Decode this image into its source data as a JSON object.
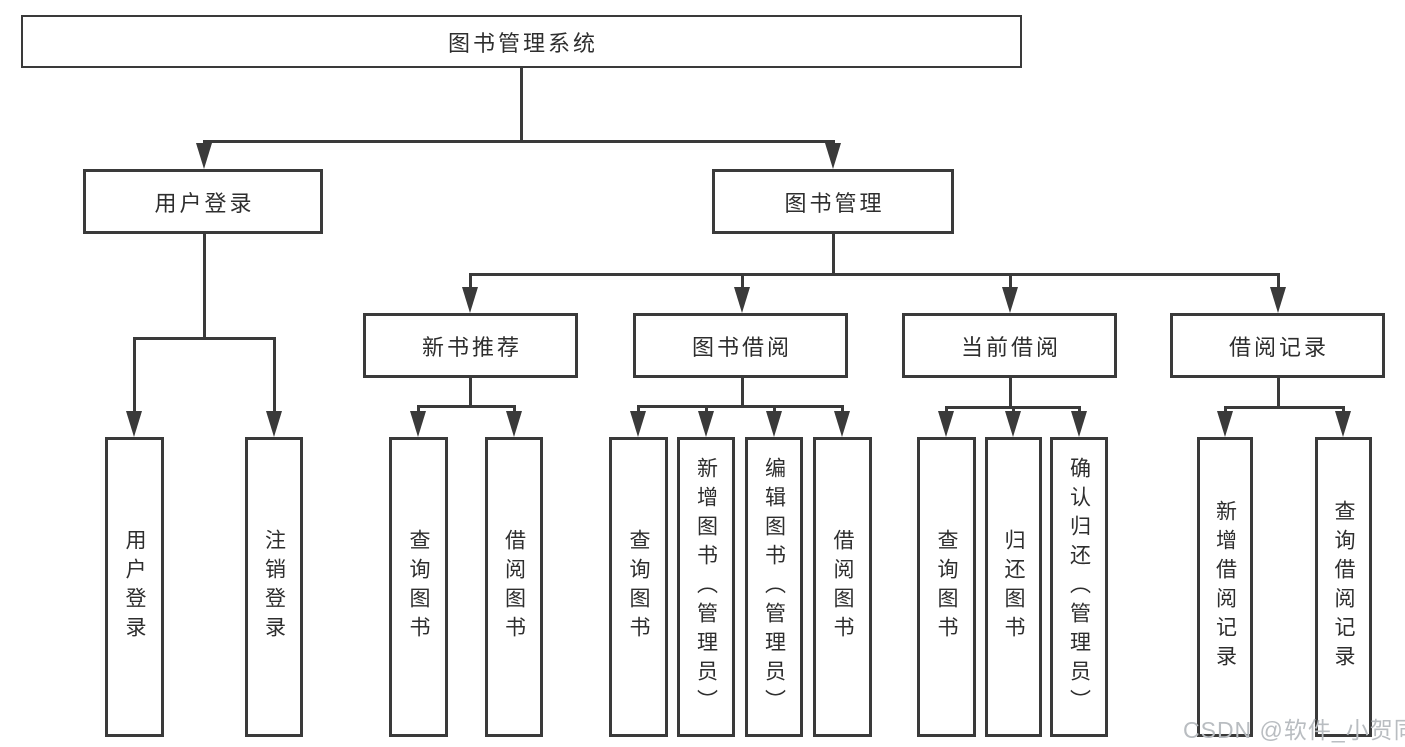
{
  "tree": {
    "label": "图书管理系统",
    "children": [
      {
        "label": "用户登录",
        "children": [
          {
            "label": "用户登录"
          },
          {
            "label": "注销登录"
          }
        ]
      },
      {
        "label": "图书管理",
        "children": [
          {
            "label": "新书推荐",
            "children": [
              {
                "label": "查询图书"
              },
              {
                "label": "借阅图书"
              }
            ]
          },
          {
            "label": "图书借阅",
            "children": [
              {
                "label": "查询图书"
              },
              {
                "label": "新增图书（管理员）"
              },
              {
                "label": "编辑图书（管理员）"
              },
              {
                "label": "借阅图书"
              }
            ]
          },
          {
            "label": "当前借阅",
            "children": [
              {
                "label": "查询图书"
              },
              {
                "label": "归还图书"
              },
              {
                "label": "确认归还（管理员）"
              }
            ]
          },
          {
            "label": "借阅记录",
            "children": [
              {
                "label": "新增借阅记录"
              },
              {
                "label": "查询借阅记录"
              }
            ]
          }
        ]
      }
    ]
  },
  "watermark": {
    "text": "CSDN @软件_小贺同学"
  },
  "colors": {
    "line": "#3a3a3a",
    "text": "#2e2e2e",
    "background": "#ffffff",
    "watermark": "#b9bdc1"
  }
}
